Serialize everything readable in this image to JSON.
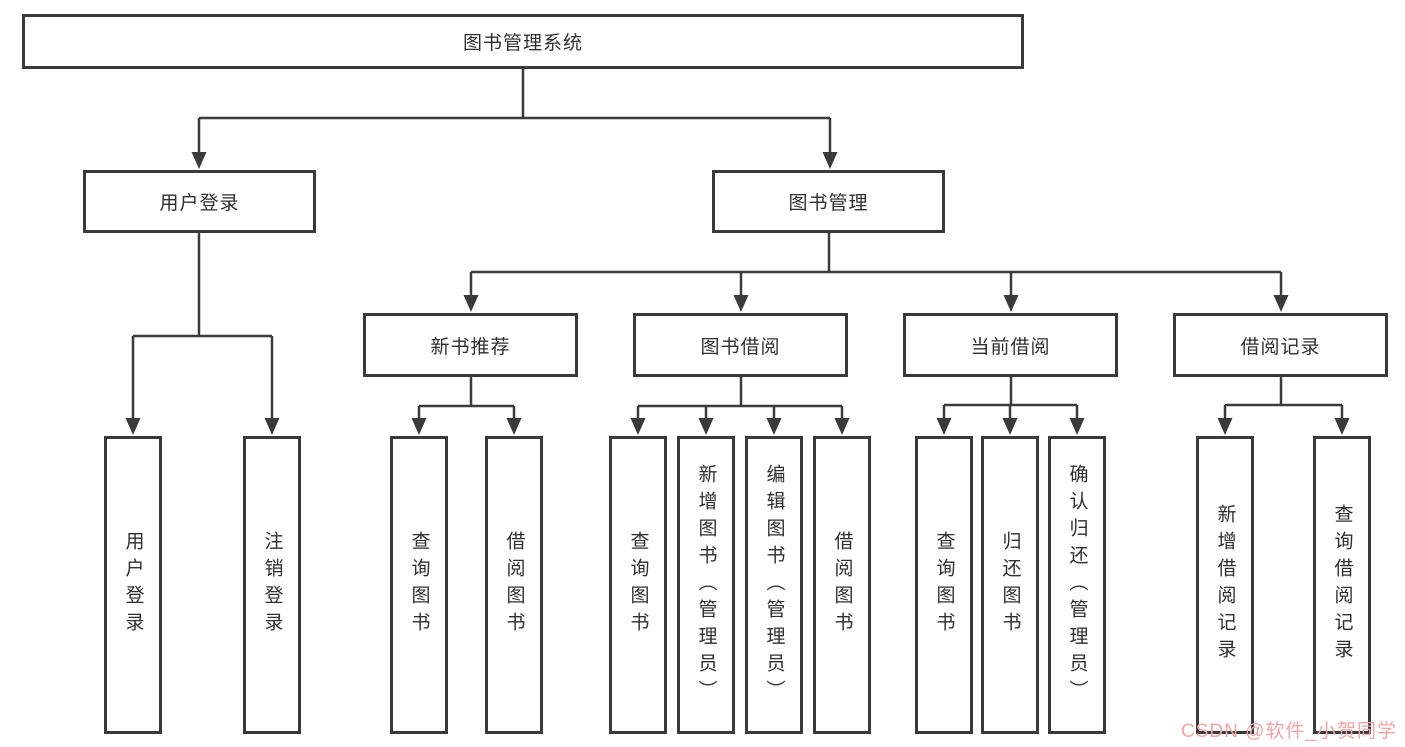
{
  "colors": {
    "line": "#3a3a3a",
    "box_border": "#3a3a3a",
    "text": "#2f2f2f",
    "background": "#ffffff",
    "watermark": "#f0a5a5"
  },
  "tree": {
    "label": "图书管理系统",
    "children": [
      {
        "label": "用户登录",
        "children": [
          {
            "label": "用户登录"
          },
          {
            "label": "注销登录"
          }
        ]
      },
      {
        "label": "图书管理",
        "children": [
          {
            "label": "新书推荐",
            "children": [
              {
                "label": "查询图书"
              },
              {
                "label": "借阅图书"
              }
            ]
          },
          {
            "label": "图书借阅",
            "children": [
              {
                "label": "查询图书"
              },
              {
                "label": "新增图书（管理员）"
              },
              {
                "label": "编辑图书（管理员）"
              },
              {
                "label": "借阅图书"
              }
            ]
          },
          {
            "label": "当前借阅",
            "children": [
              {
                "label": "查询图书"
              },
              {
                "label": "归还图书"
              },
              {
                "label": "确认归还（管理员）"
              }
            ]
          },
          {
            "label": "借阅记录",
            "children": [
              {
                "label": "新增借阅记录"
              },
              {
                "label": "查询借阅记录"
              }
            ]
          }
        ]
      }
    ]
  },
  "watermark": {
    "text": "CSDN @软件_小贺同学"
  }
}
